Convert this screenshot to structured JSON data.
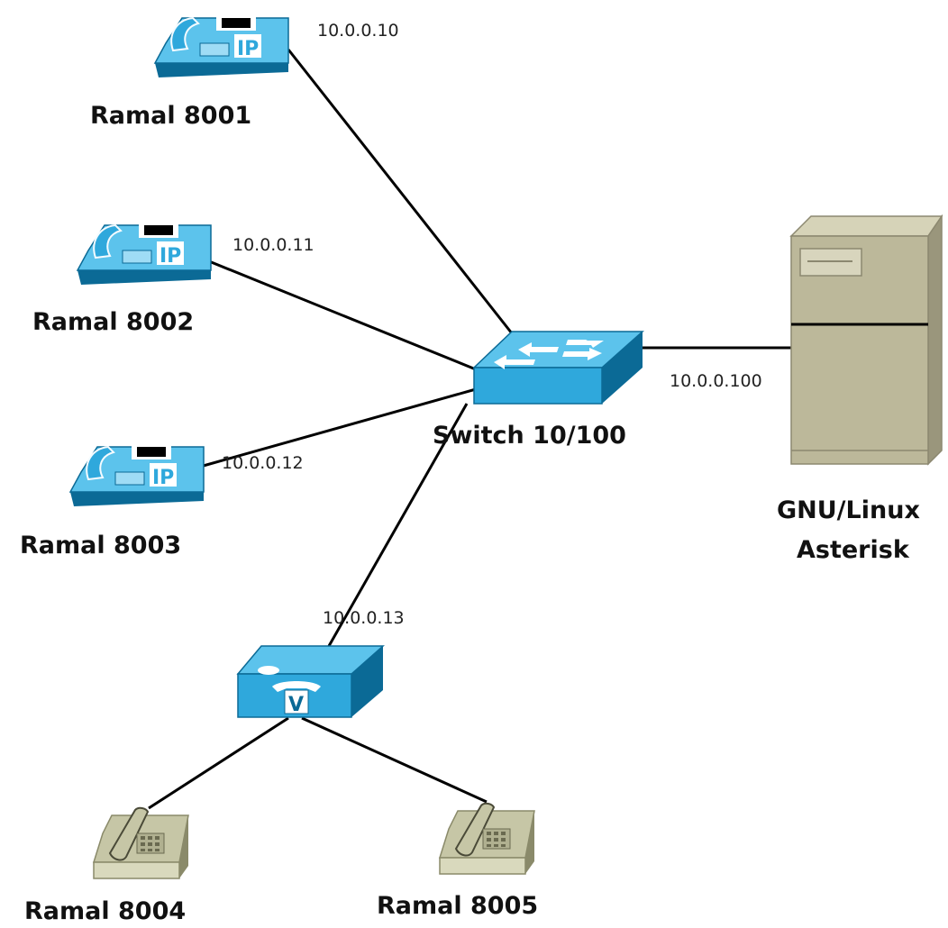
{
  "nodes": {
    "phone_8001": {
      "label": "Ramal 8001",
      "ip": "10.0.0.10",
      "badge": "IP"
    },
    "phone_8002": {
      "label": "Ramal 8002",
      "ip": "10.0.0.11",
      "badge": "IP"
    },
    "phone_8003": {
      "label": "Ramal 8003",
      "ip": "10.0.0.12",
      "badge": "IP"
    },
    "ata": {
      "ip": "10.0.0.13",
      "badge": "V"
    },
    "phone_8004": {
      "label": "Ramal 8004"
    },
    "phone_8005": {
      "label": "Ramal 8005"
    },
    "switch": {
      "label": "Switch 10/100"
    },
    "server": {
      "line1": "GNU/Linux",
      "line2": "Asterisk",
      "ip": "10.0.0.100"
    }
  },
  "colors": {
    "device_blue": "#2fa8dc",
    "device_blue_dark": "#0b6a96",
    "device_blue_light": "#5cc3ec",
    "analog_beige": "#c6c6a6",
    "analog_beige_dark": "#8a8a6a",
    "server_beige": "#bcb89a",
    "server_beige_dark": "#8c8870"
  }
}
